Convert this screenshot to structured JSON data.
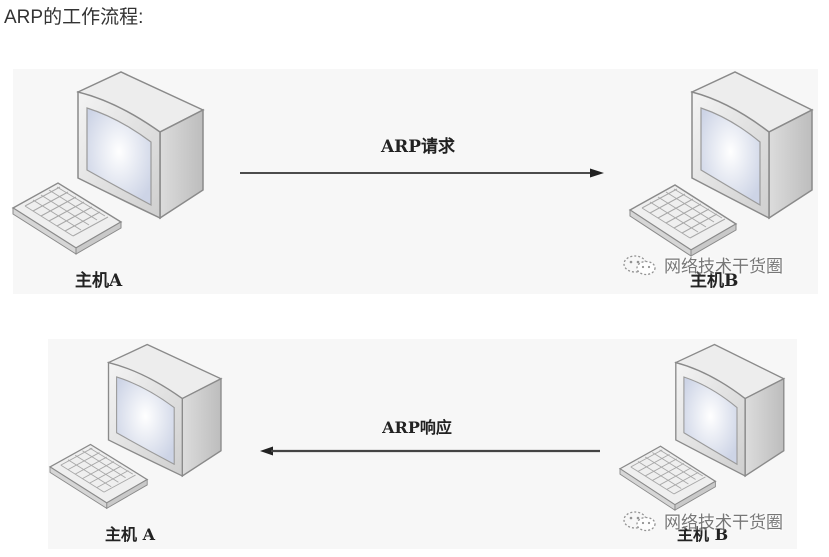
{
  "page": {
    "title": "ARP的工作流程:"
  },
  "diagram": {
    "steps": [
      {
        "message": "ARP请求",
        "direction": "A-to-B",
        "sender": "主机A",
        "receiver": "主机B",
        "host_left_label": "主机A",
        "host_right_label": "主机B"
      },
      {
        "message": "ARP响应",
        "direction": "B-to-A",
        "sender": "主机B",
        "receiver": "主机A",
        "host_left_label": "主机 A",
        "host_right_label": "主机 B"
      }
    ],
    "watermark": {
      "icon": "wechat-icon",
      "text": "网络技术干货圈"
    },
    "colors": {
      "panel_bg": "#f7f7f7",
      "arrow": "#333333",
      "monitor_body": "#e6e6e6",
      "screen": "#e4e8f4",
      "text": "#222222"
    }
  }
}
